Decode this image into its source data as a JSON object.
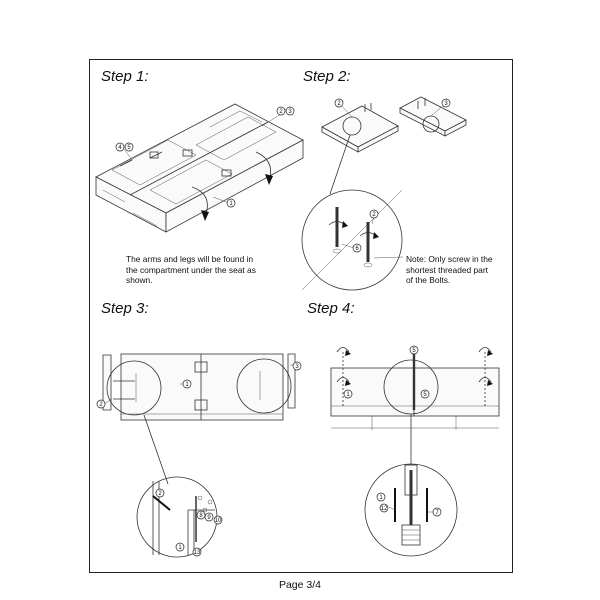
{
  "steps": {
    "step1": "Step 1:",
    "step2": "Step 2:",
    "step3": "Step 3:",
    "step4": "Step 4:"
  },
  "notes": {
    "compartment_line1": "The arms and legs will be found in",
    "compartment_line2": "the compartment under the seat as",
    "compartment_line3": "shown.",
    "bolt_line1": "Note: Only screw in the",
    "bolt_line2": "shortest threaded part",
    "bolt_line3": "of the Bolts."
  },
  "callouts": {
    "c1": "1",
    "c2": "2",
    "c3": "3",
    "c4": "4",
    "c5": "5",
    "c6": "6",
    "c7": "7",
    "c8": "8",
    "c9": "9",
    "c10": "10",
    "c12": "12",
    "c13": "13"
  },
  "footer": "Page 3/4"
}
